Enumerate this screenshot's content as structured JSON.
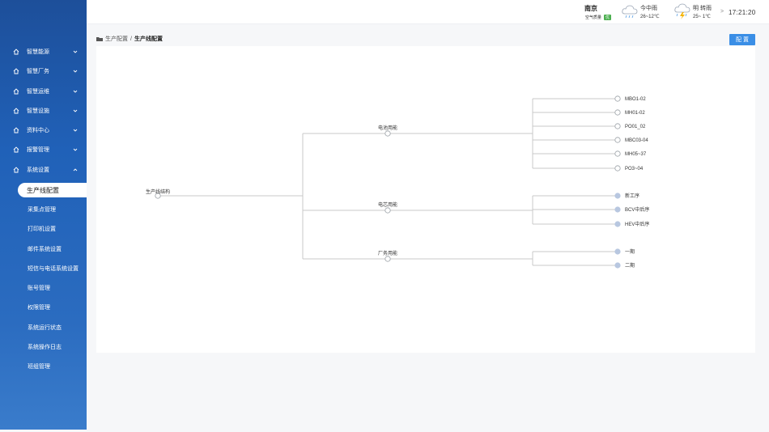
{
  "header": {
    "city": "南京",
    "air_quality_label": "空气质量",
    "air_quality_value": "优",
    "weather_today_day": "今中雨",
    "weather_today_temp": "26~12℃",
    "weather_tomorrow_day": "明 转雨",
    "weather_tomorrow_temp": "25~ 1℃",
    "arrow": ">",
    "time": "17:21:20"
  },
  "sidebar": {
    "menus": [
      {
        "label": "智慧能源"
      },
      {
        "label": "智慧厂务"
      },
      {
        "label": "智慧运维"
      },
      {
        "label": "智慧设施"
      },
      {
        "label": "资料中心"
      },
      {
        "label": "报警管理"
      },
      {
        "label": "系统设置"
      }
    ],
    "sub_items": [
      {
        "label": "生产线配置"
      },
      {
        "label": "采集点管理"
      },
      {
        "label": "打印机设置"
      },
      {
        "label": "邮件系统设置"
      },
      {
        "label": "短信与电话系统设置"
      },
      {
        "label": "账号管理"
      },
      {
        "label": "权限管理"
      },
      {
        "label": "系统运行状态"
      },
      {
        "label": "系统操作日志"
      },
      {
        "label": "班组管理"
      }
    ]
  },
  "breadcrumb": {
    "parent": "生产配置",
    "separator": "/",
    "current": "生产线配置"
  },
  "toolbar": {
    "config_label": "配 置"
  },
  "tree": {
    "root": "生产线结构",
    "groups": [
      {
        "label": "电池用能",
        "children": [
          "MBO1-02",
          "MH01-02",
          "PO01_02",
          "MBC03-04",
          "MH05~37",
          "PO3~04"
        ],
        "child_style": "open"
      },
      {
        "label": "电芯用能",
        "children": [
          "新工序",
          "BCV中后序",
          "HEV中后序"
        ],
        "child_style": "filled"
      },
      {
        "label": "厂务用能",
        "children": [
          "一期",
          "二期"
        ],
        "child_style": "filled"
      }
    ]
  },
  "colors": {
    "sidebar_top": "#1d4f9a",
    "sidebar_bottom": "#3a7ccb",
    "primary_button": "#3a8ee6",
    "tree_link": "#c8c8c8",
    "leaf_filled": "#b8c7e0"
  }
}
